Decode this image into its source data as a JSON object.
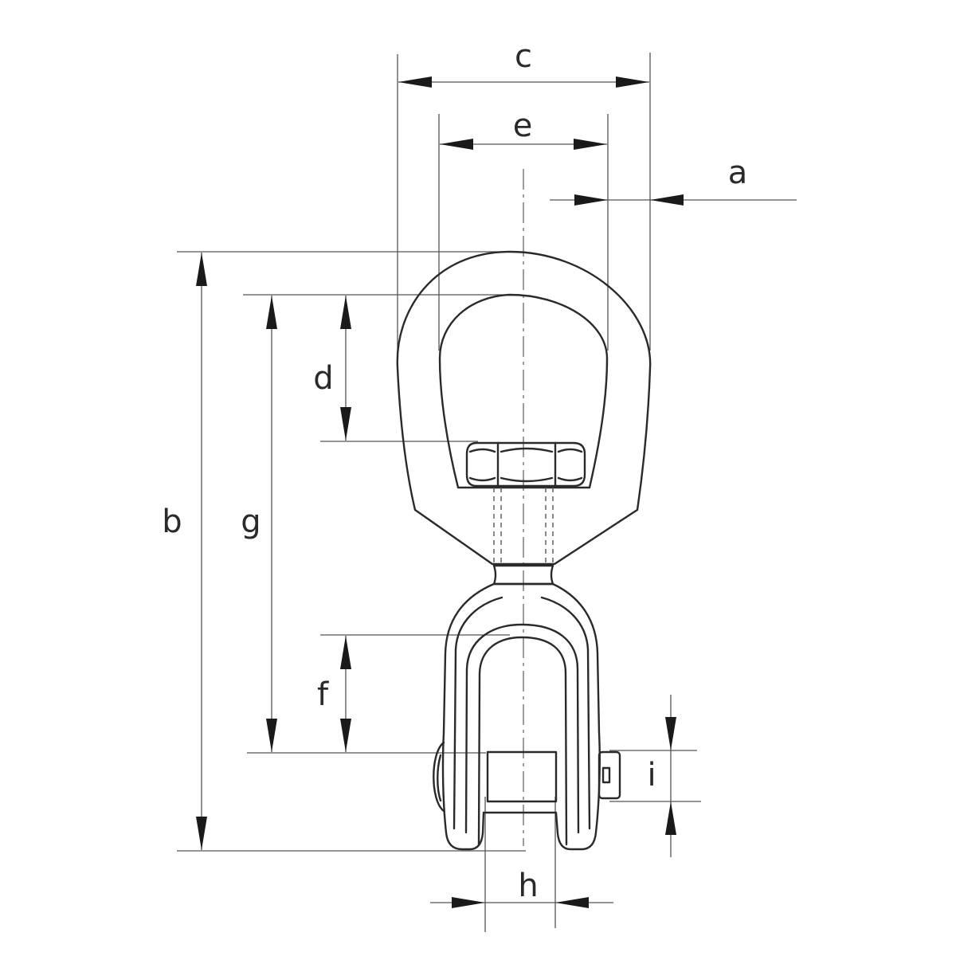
{
  "diagram": {
    "labels": {
      "a": "a",
      "b": "b",
      "c": "c",
      "d": "d",
      "e": "e",
      "f": "f",
      "g": "g",
      "h": "h",
      "i": "i"
    }
  }
}
